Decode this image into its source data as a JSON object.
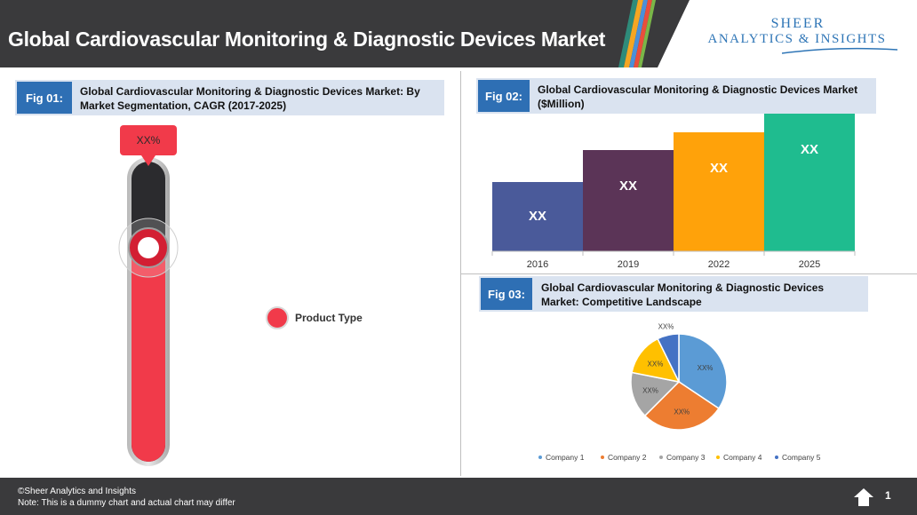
{
  "header": {
    "title": "Global Cardiovascular Monitoring & Diagnostic Devices Market",
    "logo_line1": "SHEER",
    "logo_line2": "ANALYTICS & INSIGHTS"
  },
  "fig1": {
    "tag": "Fig 01:",
    "title": "Global Cardiovascular Monitoring & Diagnostic Devices Market: By Market Segmentation, CAGR (2017-2025)",
    "callout": "XX%",
    "legend": "Product Type",
    "fill_fraction": 0.78
  },
  "fig2": {
    "tag": "Fig 02:",
    "title": "Global Cardiovascular Monitoring & Diagnostic Devices Market ($Million)"
  },
  "fig3": {
    "tag": "Fig 03:",
    "title": "Global Cardiovascular Monitoring & Diagnostic Devices Market: Competitive Landscape"
  },
  "footer": {
    "copyright": "©Sheer Analytics and Insights",
    "note": "Note: This is a dummy chart and actual chart may differ",
    "page": "1"
  },
  "chart_data": [
    {
      "type": "bar",
      "categories": [
        "2016",
        "2019",
        "2022",
        "2025"
      ],
      "values": [
        78,
        114,
        134,
        155
      ],
      "labels": [
        "XX",
        "XX",
        "XX",
        "XX"
      ],
      "colors": [
        "#4a5a9a",
        "#5b3457",
        "#ffa20a",
        "#1fbc8f"
      ]
    },
    {
      "type": "pie",
      "categories": [
        "Company 1",
        "Company 2",
        "Company 3",
        "Company 4",
        "Company 5"
      ],
      "values": [
        33,
        27,
        15,
        14,
        7
      ],
      "labels": [
        "XX%",
        "XX%",
        "XX%",
        "XX%",
        "XX%"
      ],
      "colors": [
        "#5b9bd5",
        "#ed7d31",
        "#a5a5a5",
        "#ffc000",
        "#4472c4"
      ]
    }
  ]
}
